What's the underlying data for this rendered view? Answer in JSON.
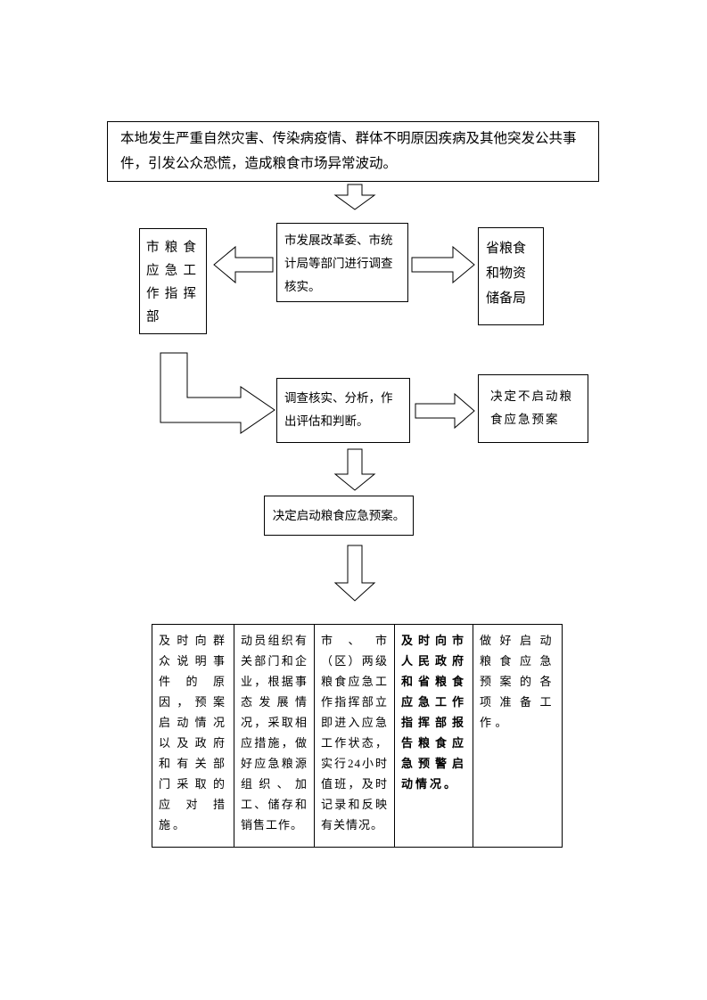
{
  "colors": {
    "border": "#000000",
    "background": "#ffffff"
  },
  "flowchart": {
    "trigger_event": "本地发生严重自然灾害、传染病疫情、群体不明原因疾病及其他突发公共事件，引发公众恐慌，造成粮食市场异常波动。",
    "command_center": "市粮食应急工作指挥部",
    "investigation": "市发展改革委、市统计局等部门进行调查核实。",
    "provincial_bureau": "省粮食和物资储备局",
    "assessment": "调查核实、分析，作出评估和判断。",
    "decision_no_activation": "决定不启动粮食应急预案",
    "decision_activation": "决定启动粮食应急预案。",
    "tasks": [
      "及时向群众说明事件的原因，预案启动情况以及政府和有关部门采取的应对措施。",
      "动员组织有关部门和企业，根据事态发展情况，采取相应措施，做好应急粮源组织、加工、储存和销售工作。",
      "市、市（区）两级粮食应急工作指挥部立即进入应急工作状态，实行24小时值班，及时记录和反映有关情况。",
      "及时向市人民政府和省粮食应急工作指挥部报告粮食应急预警启动情况。",
      "做好启动粮食应急预案的各项准备工作。"
    ]
  }
}
